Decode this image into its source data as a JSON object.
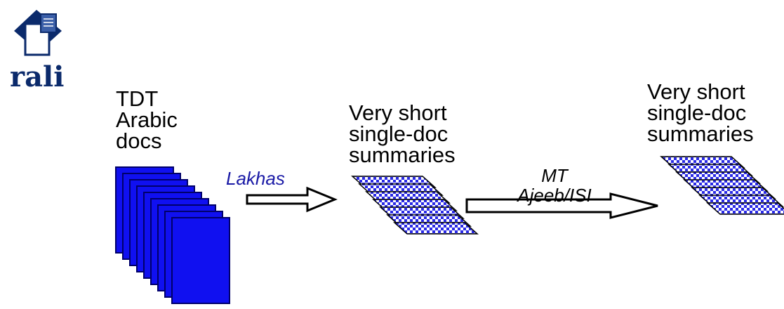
{
  "logo": {
    "text": "rali",
    "color": "#0b2a6b"
  },
  "nodes": {
    "source": {
      "lines": [
        "TDT",
        "Arabic",
        "docs"
      ]
    },
    "intermediate": {
      "lines": [
        "Very short",
        "single-doc",
        "summaries"
      ]
    },
    "target": {
      "lines": [
        "Very short",
        "single-doc",
        "summaries"
      ]
    }
  },
  "arrows": {
    "step1": {
      "lines": [
        "Lakhas"
      ],
      "color": "#1a1aa6"
    },
    "step2": {
      "lines": [
        "MT",
        "Ajeeb/ISI"
      ],
      "color": "#000000"
    }
  },
  "colors": {
    "doc_fill": "#1010f0",
    "doc_edge": "#00006a",
    "checker_a": "#2a2ae6",
    "checker_b": "#ffffff",
    "outline": "#000000"
  }
}
